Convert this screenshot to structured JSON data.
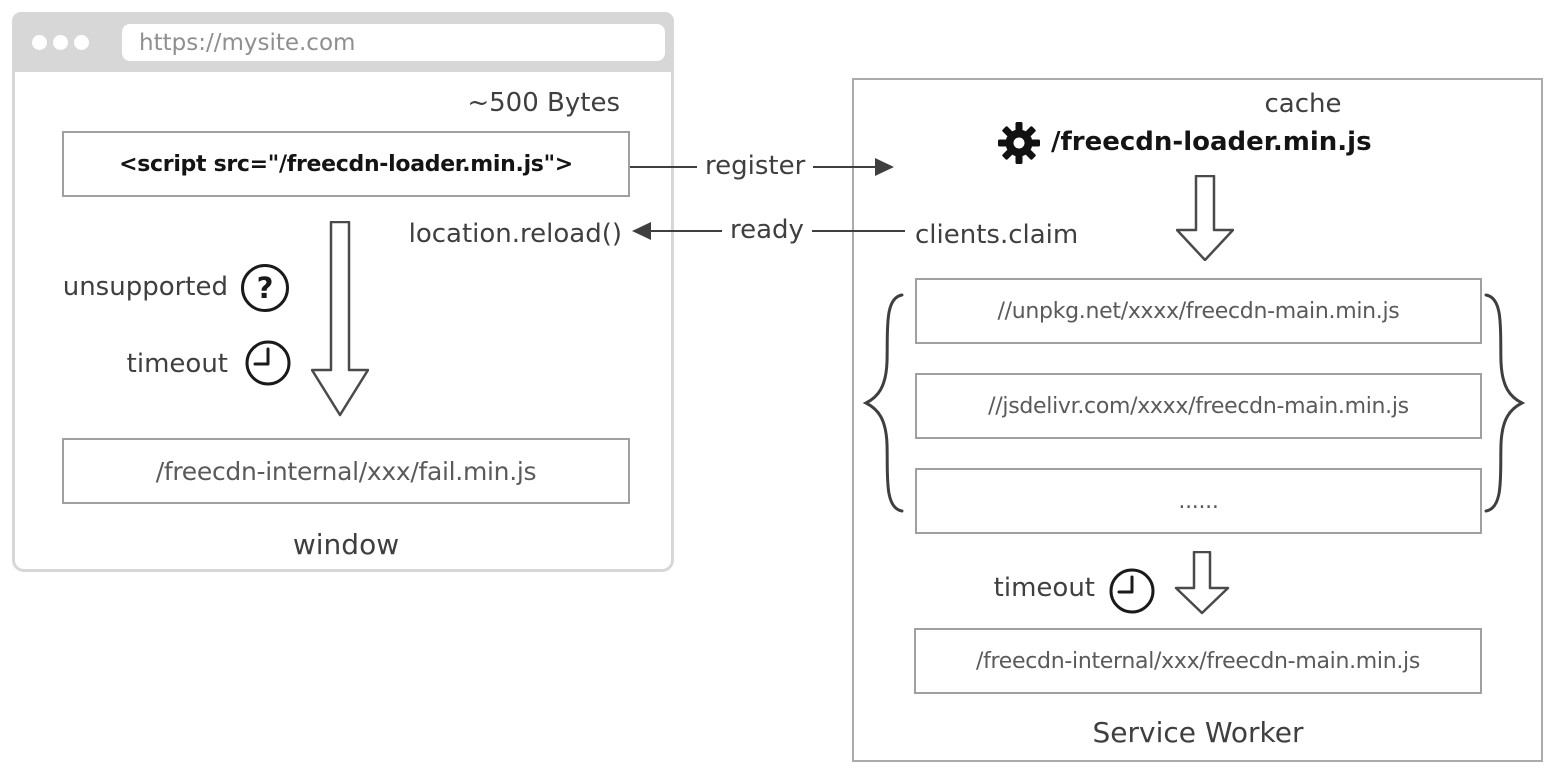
{
  "colors": {
    "green": "#58c53e",
    "orange": "#ee9440",
    "chrome_gray": "#d7d7d7",
    "box_border_gray": "#a0a0a0",
    "text_dark": "#3f3f3f"
  },
  "browser_window": {
    "url": "https://mysite.com",
    "size_label": "~500 Bytes",
    "script_tag": "<script src=\"/freecdn-loader.min.js\">",
    "reload_label": "location.reload()",
    "unsupported_label": "unsupported",
    "timeout_label": "timeout",
    "fail_path": "/freecdn-internal/xxx/fail.min.js",
    "window_label": "window"
  },
  "arrows": {
    "register_label": "register",
    "ready_label": "ready"
  },
  "service_worker": {
    "cache_label": "cache",
    "loader_path": "/freecdn-loader.min.js",
    "clients_claim_label": "clients.claim",
    "cdn_urls": [
      "//unpkg.net/xxxx/freecdn-main.min.js",
      "//jsdelivr.com/xxxx/freecdn-main.min.js",
      "......"
    ],
    "timeout_label": "timeout",
    "fallback_path": "/freecdn-internal/xxx/freecdn-main.min.js",
    "box_label": "Service Worker"
  }
}
